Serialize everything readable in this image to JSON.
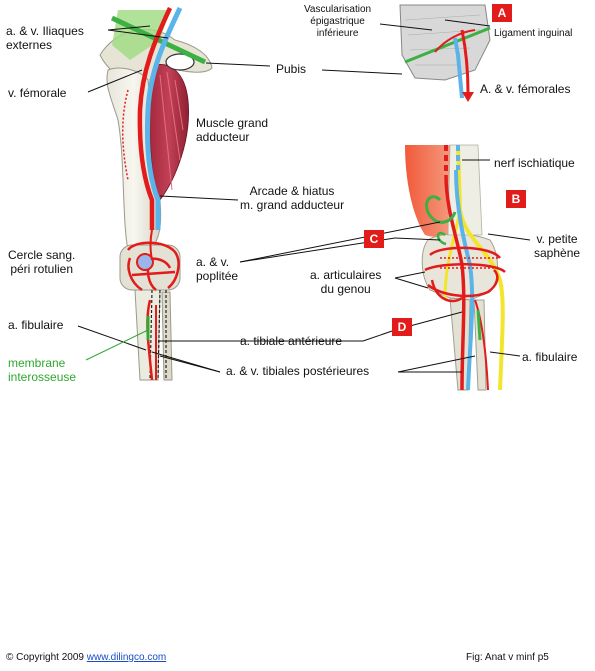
{
  "labels": {
    "iliaques_externes": "a. & v. Iliaques\nexternes",
    "femorale_v": "v. fémorale",
    "pubis": "Pubis",
    "grand_adducteur": "Muscle grand\nadducteur",
    "arcade": "Arcade & hiatus\nm. grand adducteur",
    "cercle": "Cercle sang.\npéri rotulien",
    "poplitee": "a. & v.\npoplitée",
    "articulaires": "a. articulaires\ndu genou",
    "fibulaire_left": "a. fibulaire",
    "membrane": "membrane\ninterosseuse",
    "tibiale_ant": "a. tibiale antérieure",
    "tibiales_post": "a. & v. tibiales postérieures",
    "vascularisation": "Vascularisation\népigastrique\ninférieure",
    "ligament": "Ligament inguinal",
    "femorales": "A. & v. fémorales",
    "ischiatique": "nerf ischiatique",
    "petite_saphene": "v. petite\nsaphène",
    "fibulaire_right": "a. fibulaire"
  },
  "badges": {
    "a": "A",
    "b": "B",
    "c": "C",
    "d": "D"
  },
  "footer": {
    "copyright": "© Copyright 2009",
    "link": "www.dilingco.com",
    "fig": "Fig:  Anat v minf p5"
  },
  "colors": {
    "artery": "#e21b1b",
    "vein": "#5ab4ea",
    "nerve": "#f2e52b",
    "ligament": "#3cb043",
    "membrane": "#2fa82f"
  }
}
